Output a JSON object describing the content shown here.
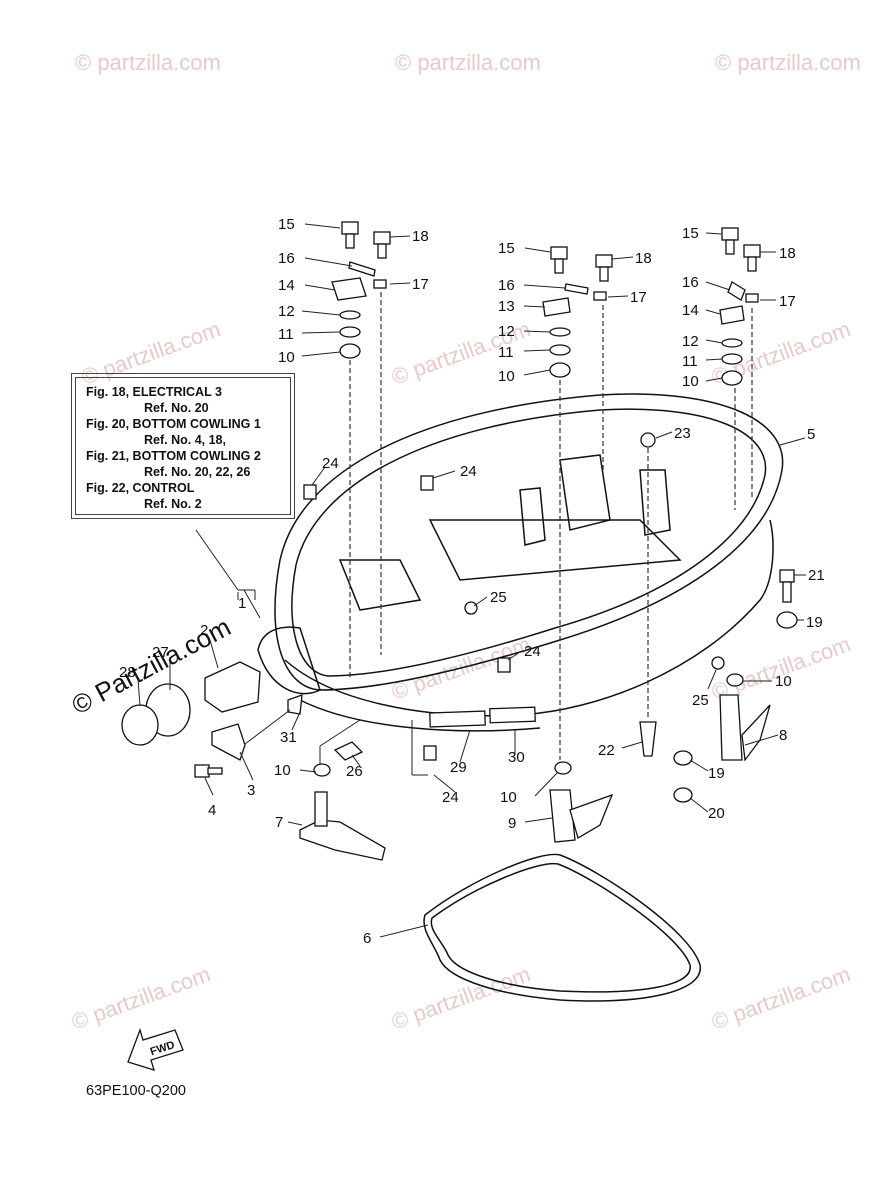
{
  "watermark": "© Partzilla.com",
  "watermark_small": "© partzilla.com",
  "reference_box": {
    "lines": [
      "Fig. 18, ELECTRICAL 3",
      "Ref. No. 20",
      "Fig. 20, BOTTOM COWLING 1",
      "Ref. No. 4, 18,",
      "Fig. 21, BOTTOM COWLING 2",
      "Ref. No. 20, 22, 26",
      "Fig. 22, CONTROL",
      "Ref. No. 2"
    ]
  },
  "fwd_label": "FWD",
  "diagram_code": "63PE100-Q200",
  "callouts": {
    "c1": "1",
    "c2": "2",
    "c3": "3",
    "c4": "4",
    "c5": "5",
    "c6": "6",
    "c7": "7",
    "c8": "8",
    "c9": "9",
    "c10": "10",
    "c11": "11",
    "c12": "12",
    "c13": "13",
    "c14": "14",
    "c15": "15",
    "c16": "16",
    "c17": "17",
    "c18": "18",
    "c19": "19",
    "c20": "20",
    "c21": "21",
    "c22": "22",
    "c23": "23",
    "c24": "24",
    "c25": "25",
    "c26": "26",
    "c27": "27",
    "c28": "28",
    "c29": "29",
    "c30": "30",
    "c31": "31"
  }
}
